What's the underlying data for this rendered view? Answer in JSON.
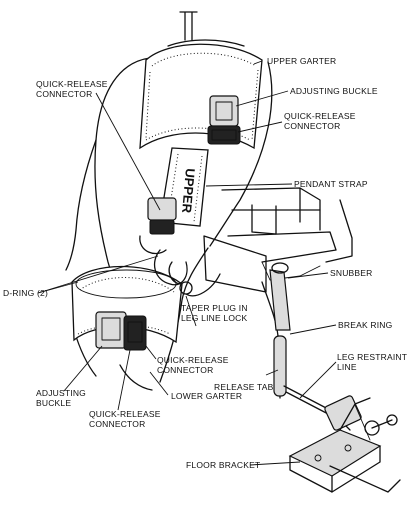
{
  "labels": {
    "upper_garter": "UPPER GARTER",
    "adjusting_buckle_top": "ADJUSTING BUCKLE",
    "quick_release_top_right": {
      "line1": "QUICK-RELEASE",
      "line2": "CONNECTOR"
    },
    "quick_release_top_left": {
      "line1": "QUICK-RELEASE",
      "line2": "CONNECTOR"
    },
    "pendant_strap": "PENDANT STRAP",
    "snubber": "SNUBBER",
    "d_ring": "D-RING (2)",
    "break_ring": "BREAK RING",
    "taper_plug": {
      "line1": "TAPER PLUG IN",
      "line2": "LEG LINE LOCK"
    },
    "leg_restraint_line": {
      "line1": "LEG RESTRAINT",
      "line2": "LINE"
    },
    "quick_release_middle": {
      "line1": "QUICK-RELEASE",
      "line2": "CONNECTOR"
    },
    "release_tab": "RELEASE TAB",
    "lower_garter": "LOWER GARTER",
    "adjusting_buckle_bottom": {
      "line1": "ADJUSTING",
      "line2": "BUCKLE"
    },
    "quick_release_bottom": {
      "line1": "QUICK-RELEASE",
      "line2": "CONNECTOR"
    },
    "floor_bracket": "FLOOR BRACKET"
  },
  "strap_text": "UPPER"
}
